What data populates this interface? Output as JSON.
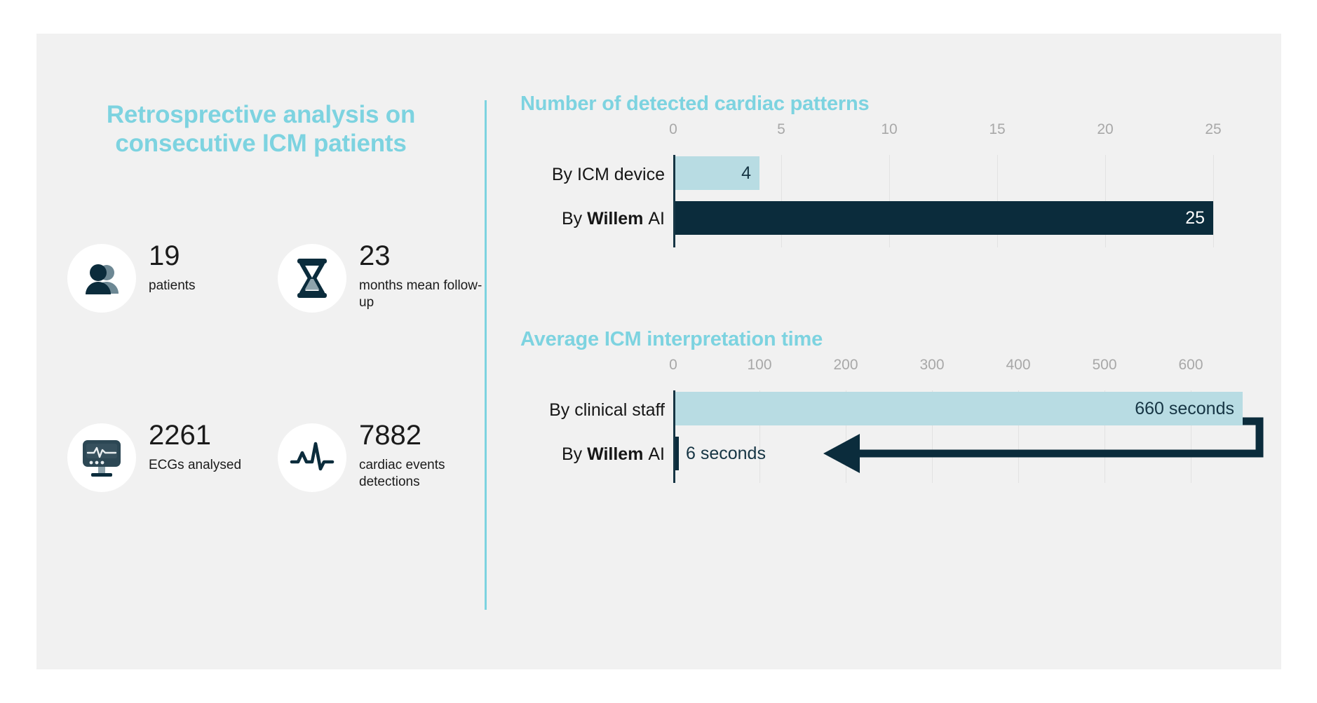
{
  "theme": {
    "page_bg": "#ffffff",
    "card_bg": "#f1f1f1",
    "accent": "#7dd3e0",
    "dark": "#0b2c3c",
    "light_bar": "#b8dce3",
    "text": "#161616",
    "tick_text": "#a8a8a8"
  },
  "left": {
    "title": "Retrosprective analysis on consecutive ICM patients",
    "stats": [
      {
        "icon": "users-icon",
        "value": "19",
        "label": "patients"
      },
      {
        "icon": "hourglass-icon",
        "value": "23",
        "label": "months mean follow-up"
      },
      {
        "icon": "ecg-monitor-icon",
        "value": "2261",
        "label": "ECGs analysed"
      },
      {
        "icon": "ecg-waveform-icon",
        "value": "7882",
        "label": "cardiac events detections"
      }
    ]
  },
  "charts": [
    {
      "title": "Number of detected cardiac patterns",
      "ticks": [
        "0",
        "5",
        "10",
        "15",
        "20",
        "25"
      ]
    },
    {
      "title": "Average ICM interpretation time",
      "ticks": [
        "0",
        "100",
        "200",
        "300",
        "400",
        "500",
        "600"
      ]
    }
  ],
  "chart_data": [
    {
      "type": "bar",
      "orientation": "horizontal",
      "title": "Number of detected cardiac patterns",
      "categories": [
        "By ICM device",
        "By Willem AI"
      ],
      "values": [
        4,
        25
      ],
      "value_labels": [
        "4",
        "25"
      ],
      "xlabel": "",
      "ylabel": "",
      "xlim": [
        0,
        25
      ],
      "xticks": [
        0,
        5,
        10,
        15,
        20,
        25
      ],
      "grid": true,
      "legend": "none",
      "colors": [
        "#b8dce3",
        "#0b2c3c"
      ]
    },
    {
      "type": "bar",
      "orientation": "horizontal",
      "title": "Average ICM interpretation time",
      "categories": [
        "By clinical staff",
        "By Willem AI"
      ],
      "values": [
        660,
        6
      ],
      "value_labels": [
        "660 seconds",
        "6 seconds"
      ],
      "unit": "seconds",
      "xlabel": "",
      "ylabel": "",
      "xlim": [
        0,
        660
      ],
      "xticks": [
        0,
        100,
        200,
        300,
        400,
        500,
        600
      ],
      "grid": true,
      "legend": "none",
      "colors": [
        "#b8dce3",
        "#0b2c3c"
      ],
      "annotation": {
        "type": "elbow-arrow",
        "from": "end of 660 seconds bar",
        "to": "6 seconds bar",
        "direction": "left"
      }
    }
  ]
}
